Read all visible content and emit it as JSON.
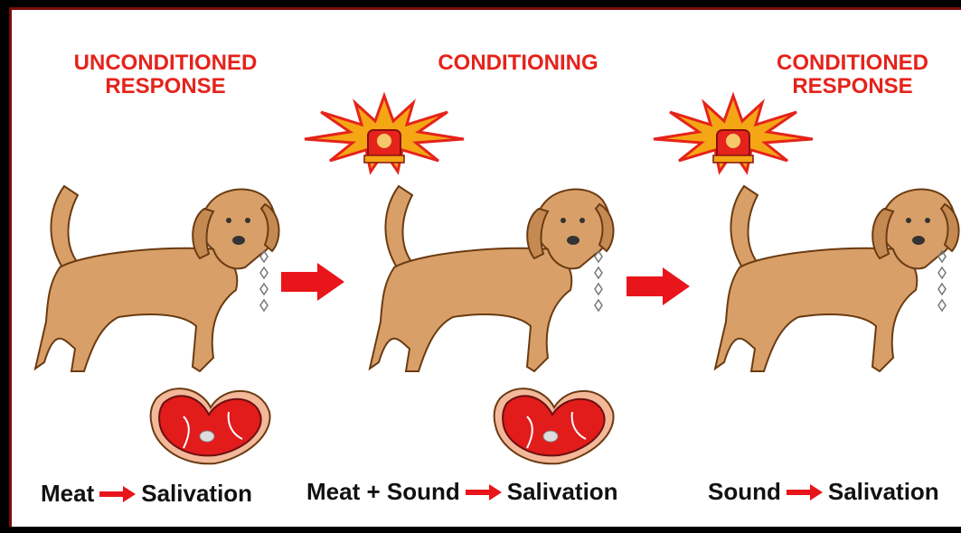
{
  "panels": [
    {
      "title_line1": "UNCONDITIONED",
      "title_line2": "RESPONSE",
      "caption_left": "Meat",
      "caption_right": "Salivation"
    },
    {
      "title_line1": "CONDITIONING",
      "title_line2": "",
      "caption_left": "Meat + Sound",
      "caption_right": "Salivation"
    },
    {
      "title_line1": "CONDITIONED",
      "title_line2": "RESPONSE",
      "caption_left": "Sound",
      "caption_right": "Salivation"
    }
  ],
  "icons": {
    "dog": "dog-icon",
    "meat": "meat-steak-icon",
    "bell": "alarm-bell-icon",
    "arrow": "red-arrow-icon",
    "drool": "saliva-drops-icon"
  },
  "colors": {
    "title": "#e5231b",
    "arrow": "#e8151b",
    "dog_fur": "#d8a068",
    "meat": "#e21b1b",
    "frame": "#7a0d0d"
  }
}
